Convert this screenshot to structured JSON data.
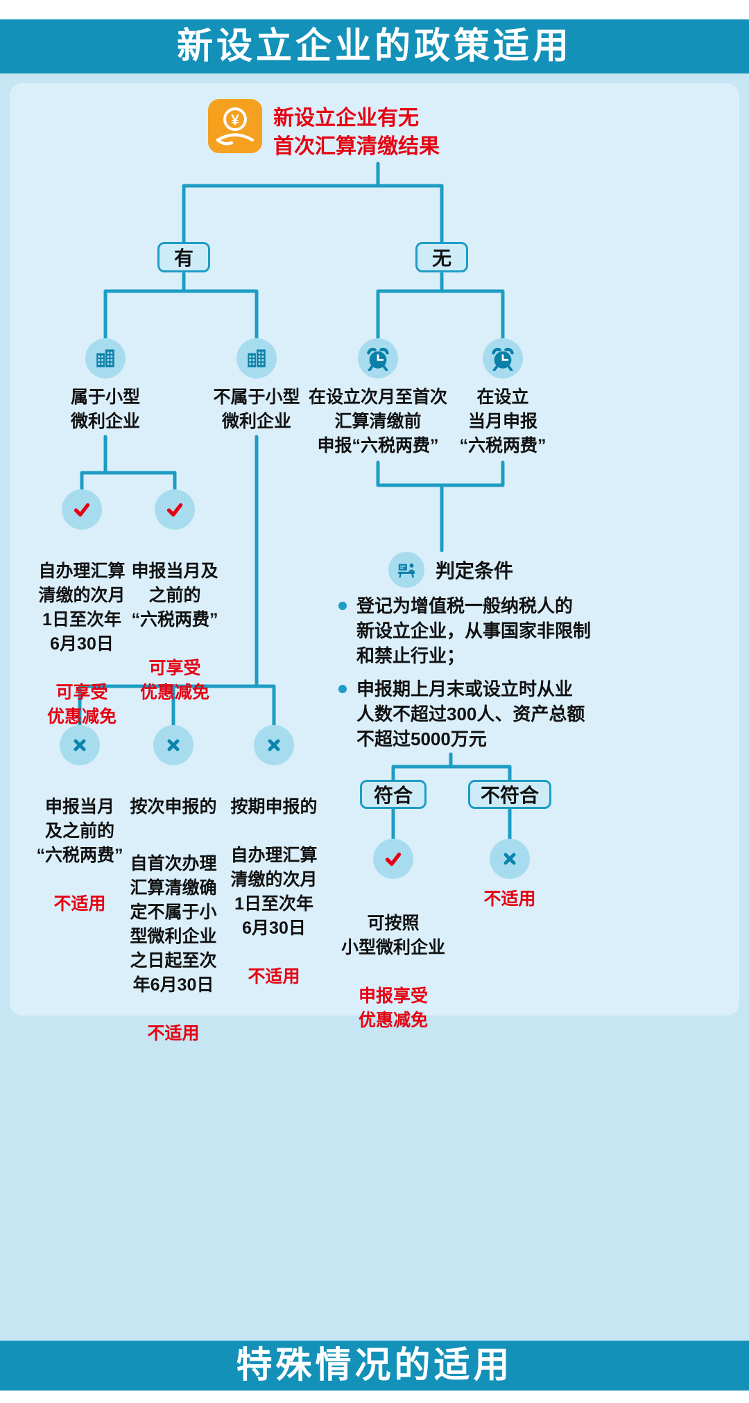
{
  "colors": {
    "banner_teal": "#1391b9",
    "background_blue": "#c6e6f3",
    "panel_blue": "#dbeffa",
    "connector_teal": "#1e9cc4",
    "node_circle_blue": "#a7dcef",
    "icon_teal": "#0b80a8",
    "accent_red": "#e60012",
    "coin_orange": "#f5a01e"
  },
  "header": {
    "title": "新设立企业的政策适用"
  },
  "footer": {
    "title": "特殊情况的适用"
  },
  "root": {
    "title": "新设立企业有无\n首次汇算清缴结果",
    "icon": "coin-hand-icon"
  },
  "branches": {
    "yes": "有",
    "no": "无"
  },
  "level2": {
    "small_micro": "属于小型\n微利企业",
    "not_small_micro": "不属于小型\n微利企业",
    "before_settlement": "在设立次月至首次\n汇算清缴前\n申报“六税两费”",
    "same_month": "在设立\n当月申报\n“六税两费”"
  },
  "outcomes": {
    "check1": {
      "body": "自办理汇算\n清缴的次月\n1日至次年\n6月30日",
      "result": "可享受\n优惠减免"
    },
    "check2": {
      "body": "申报当月及\n之前的\n“六税两费”",
      "result": "可享受\n优惠减免"
    },
    "x1": {
      "body": "申报当月\n及之前的\n“六税两费”",
      "result": "不适用"
    },
    "x2": {
      "intro": "按次申报的",
      "body": "自首次办理\n汇算清缴确\n定不属于小\n型微利企业\n之日起至次\n年6月30日",
      "result": "不适用"
    },
    "x3": {
      "intro": "按期申报的",
      "body": "自办理汇算\n清缴的次月\n1日至次年\n6月30日",
      "result": "不适用"
    }
  },
  "criteria": {
    "label": "判定条件",
    "items": [
      "登记为增值税一般纳税人的\n新设立企业，从事国家非限制\n和禁止行业；",
      "申报期上月末或设立时从业\n人数不超过300人、资产总额\n不超过5000万元"
    ],
    "match": "符合",
    "no_match": "不符合",
    "match_outcome": {
      "body": "可按照\n小型微利企业",
      "result": "申报享受\n优惠减免"
    },
    "no_match_outcome": {
      "result": "不适用"
    }
  }
}
